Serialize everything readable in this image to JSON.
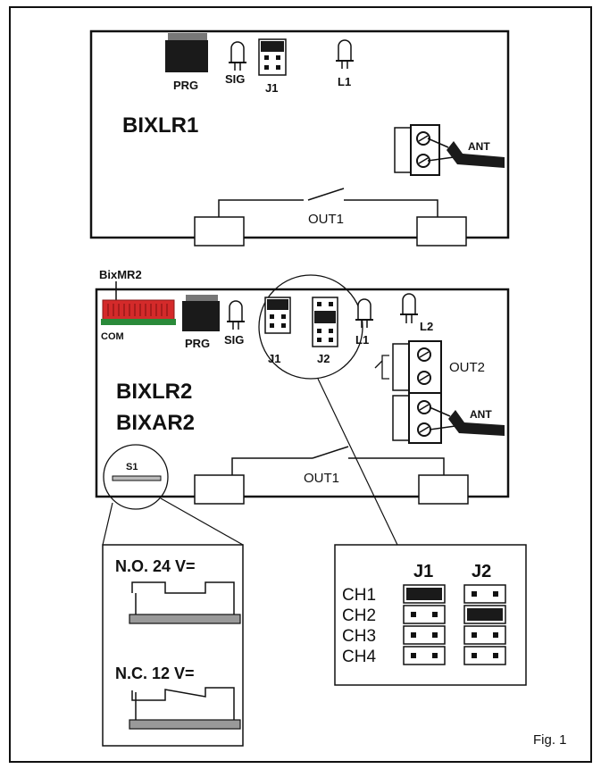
{
  "board1": {
    "title": "BIXLR1",
    "prg_label": "PRG",
    "sig_label": "SIG",
    "j1_label": "J1",
    "l1_label": "L1",
    "ant_label": "ANT",
    "out1_label": "OUT1"
  },
  "module": {
    "name": "BixMR2",
    "com_label": "COM"
  },
  "board2": {
    "title_line1": "BIXLR2",
    "title_line2": "BIXAR2",
    "prg_label": "PRG",
    "sig_label": "SIG",
    "j1_label": "J1",
    "j2_label": "J2",
    "l1_label": "L1",
    "l2_label": "L2",
    "out2_label": "OUT2",
    "ant_label": "ANT",
    "out1_label": "OUT1",
    "s1_label": "S1"
  },
  "switch_detail": {
    "no_label": "N.O. 24 V=",
    "nc_label": "N.C. 12 V="
  },
  "jumper_table": {
    "col_j1": "J1",
    "col_j2": "J2",
    "rows": [
      {
        "label": "CH1",
        "j1": "closed",
        "j2": "open"
      },
      {
        "label": "CH2",
        "j1": "open",
        "j2": "closed"
      },
      {
        "label": "CH3",
        "j1": "open",
        "j2": "open"
      },
      {
        "label": "CH4",
        "j1": "open",
        "j2": "open"
      }
    ]
  },
  "figure_label": "Fig. 1",
  "colors": {
    "module_red": "#d42a2a",
    "module_green": "#2a8a3a",
    "ink": "#111111"
  }
}
